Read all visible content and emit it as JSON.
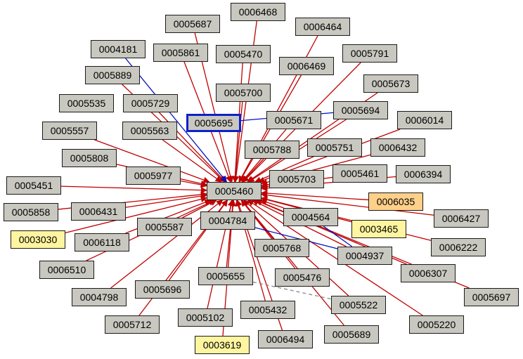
{
  "graph": {
    "center": "0005460",
    "colors": {
      "edge_red": "#c00000",
      "edge_blue": "#0010c0",
      "edge_dashed": "#888888",
      "node_gray": "#c8c8c0",
      "node_yellow": "#fff5a0",
      "node_orange": "#ffd08a",
      "selected_border": "#1020c8"
    },
    "nodes": [
      {
        "id": "0005460",
        "label": "0005460"
      },
      {
        "id": "0006468",
        "label": "0006468"
      },
      {
        "id": "0005687",
        "label": "0005687"
      },
      {
        "id": "0006464",
        "label": "0006464"
      },
      {
        "id": "0004181",
        "label": "0004181"
      },
      {
        "id": "0005861",
        "label": "0005861"
      },
      {
        "id": "0005470",
        "label": "0005470"
      },
      {
        "id": "0005791",
        "label": "0005791"
      },
      {
        "id": "0006469",
        "label": "0006469"
      },
      {
        "id": "0005889",
        "label": "0005889"
      },
      {
        "id": "0005673",
        "label": "0005673"
      },
      {
        "id": "0005700",
        "label": "0005700"
      },
      {
        "id": "0005535",
        "label": "0005535"
      },
      {
        "id": "0005729",
        "label": "0005729"
      },
      {
        "id": "0005694",
        "label": "0005694"
      },
      {
        "id": "0005695",
        "label": "0005695",
        "style": "selected"
      },
      {
        "id": "0005671",
        "label": "0005671"
      },
      {
        "id": "0006014",
        "label": "0006014"
      },
      {
        "id": "0005557",
        "label": "0005557"
      },
      {
        "id": "0005563",
        "label": "0005563"
      },
      {
        "id": "0005788",
        "label": "0005788"
      },
      {
        "id": "0005751",
        "label": "0005751"
      },
      {
        "id": "0006432",
        "label": "0006432"
      },
      {
        "id": "0005808",
        "label": "0005808"
      },
      {
        "id": "0005977",
        "label": "0005977"
      },
      {
        "id": "0005461",
        "label": "0005461"
      },
      {
        "id": "0006394",
        "label": "0006394"
      },
      {
        "id": "0005703",
        "label": "0005703"
      },
      {
        "id": "0005451",
        "label": "0005451"
      },
      {
        "id": "0006035",
        "label": "0006035",
        "style": "orange"
      },
      {
        "id": "0005858",
        "label": "0005858"
      },
      {
        "id": "0006431",
        "label": "0006431"
      },
      {
        "id": "0004564",
        "label": "0004564"
      },
      {
        "id": "0006427",
        "label": "0006427"
      },
      {
        "id": "0005587",
        "label": "0005587"
      },
      {
        "id": "0004784",
        "label": "0004784"
      },
      {
        "id": "0003465",
        "label": "0003465",
        "style": "yellow"
      },
      {
        "id": "0003030",
        "label": "0003030",
        "style": "yellow"
      },
      {
        "id": "0006118",
        "label": "0006118"
      },
      {
        "id": "0006222",
        "label": "0006222"
      },
      {
        "id": "0005768",
        "label": "0005768"
      },
      {
        "id": "0004937",
        "label": "0004937"
      },
      {
        "id": "0006510",
        "label": "0006510"
      },
      {
        "id": "0006307",
        "label": "0006307"
      },
      {
        "id": "0005655",
        "label": "0005655"
      },
      {
        "id": "0005476",
        "label": "0005476"
      },
      {
        "id": "0005696",
        "label": "0005696"
      },
      {
        "id": "0004798",
        "label": "0004798"
      },
      {
        "id": "0005697",
        "label": "0005697"
      },
      {
        "id": "0005522",
        "label": "0005522"
      },
      {
        "id": "0005432",
        "label": "0005432"
      },
      {
        "id": "0005102",
        "label": "0005102"
      },
      {
        "id": "0005712",
        "label": "0005712"
      },
      {
        "id": "0005220",
        "label": "0005220"
      },
      {
        "id": "0005689",
        "label": "0005689"
      },
      {
        "id": "0006494",
        "label": "0006494"
      },
      {
        "id": "0003619",
        "label": "0003619",
        "style": "yellow"
      }
    ],
    "edges": [
      {
        "from": "0006468",
        "to": "0005460",
        "color": "red"
      },
      {
        "from": "0005687",
        "to": "0005460",
        "color": "red"
      },
      {
        "from": "0006464",
        "to": "0005460",
        "color": "red"
      },
      {
        "from": "0005861",
        "to": "0005460",
        "color": "red"
      },
      {
        "from": "0005470",
        "to": "0005460",
        "color": "red"
      },
      {
        "from": "0005791",
        "to": "0005460",
        "color": "red"
      },
      {
        "from": "0006469",
        "to": "0005460",
        "color": "red"
      },
      {
        "from": "0005889",
        "to": "0005460",
        "color": "red"
      },
      {
        "from": "0005673",
        "to": "0005460",
        "color": "red"
      },
      {
        "from": "0005700",
        "to": "0005460",
        "color": "red"
      },
      {
        "from": "0005729",
        "to": "0005460",
        "color": "red"
      },
      {
        "from": "0005694",
        "to": "0005460",
        "color": "red"
      },
      {
        "from": "0005671",
        "to": "0005460",
        "color": "red"
      },
      {
        "from": "0006014",
        "to": "0005460",
        "color": "red"
      },
      {
        "from": "0005557",
        "to": "0005460",
        "color": "red"
      },
      {
        "from": "0005563",
        "to": "0005460",
        "color": "red"
      },
      {
        "from": "0005788",
        "to": "0005460",
        "color": "red"
      },
      {
        "from": "0005751",
        "to": "0005460",
        "color": "red"
      },
      {
        "from": "0006432",
        "to": "0005460",
        "color": "red"
      },
      {
        "from": "0005808",
        "to": "0005460",
        "color": "red"
      },
      {
        "from": "0005977",
        "to": "0005460",
        "color": "red"
      },
      {
        "from": "0005461",
        "to": "0005460",
        "color": "red"
      },
      {
        "from": "0006394",
        "to": "0005460",
        "color": "red"
      },
      {
        "from": "0005703",
        "to": "0005460",
        "color": "red"
      },
      {
        "from": "0005451",
        "to": "0005460",
        "color": "red"
      },
      {
        "from": "0006035",
        "to": "0005460",
        "color": "red"
      },
      {
        "from": "0005858",
        "to": "0005460",
        "color": "red"
      },
      {
        "from": "0006431",
        "to": "0005460",
        "color": "red"
      },
      {
        "from": "0004564",
        "to": "0005460",
        "color": "red"
      },
      {
        "from": "0006427",
        "to": "0005460",
        "color": "red"
      },
      {
        "from": "0005587",
        "to": "0005460",
        "color": "red"
      },
      {
        "from": "0004784",
        "to": "0005460",
        "color": "red"
      },
      {
        "from": "0003465",
        "to": "0005460",
        "color": "red"
      },
      {
        "from": "0003030",
        "to": "0005460",
        "color": "red"
      },
      {
        "from": "0006118",
        "to": "0005460",
        "color": "red"
      },
      {
        "from": "0006222",
        "to": "0005460",
        "color": "red"
      },
      {
        "from": "0005768",
        "to": "0005460",
        "color": "red"
      },
      {
        "from": "0004937",
        "to": "0005460",
        "color": "red"
      },
      {
        "from": "0006510",
        "to": "0005460",
        "color": "red"
      },
      {
        "from": "0006307",
        "to": "0005460",
        "color": "red"
      },
      {
        "from": "0005655",
        "to": "0005460",
        "color": "red"
      },
      {
        "from": "0005476",
        "to": "0005460",
        "color": "red"
      },
      {
        "from": "0005696",
        "to": "0005460",
        "color": "red"
      },
      {
        "from": "0004798",
        "to": "0005460",
        "color": "red"
      },
      {
        "from": "0005697",
        "to": "0005460",
        "color": "red"
      },
      {
        "from": "0005522",
        "to": "0005460",
        "color": "red"
      },
      {
        "from": "0005432",
        "to": "0005460",
        "color": "red"
      },
      {
        "from": "0005102",
        "to": "0005460",
        "color": "red"
      },
      {
        "from": "0005712",
        "to": "0005460",
        "color": "red"
      },
      {
        "from": "0005220",
        "to": "0005460",
        "color": "red"
      },
      {
        "from": "0005689",
        "to": "0005460",
        "color": "red"
      },
      {
        "from": "0006494",
        "to": "0005460",
        "color": "red"
      },
      {
        "from": "0003619",
        "to": "0005460",
        "color": "red"
      },
      {
        "from": "0004181",
        "to": "0005460",
        "color": "blue"
      },
      {
        "from": "0005695",
        "to": "0005694",
        "color": "blue"
      },
      {
        "from": "0004784",
        "to": "0004937",
        "color": "blue"
      },
      {
        "from": "0004564",
        "to": "0004937",
        "color": "blue"
      },
      {
        "from": "0005655",
        "to": "0005522",
        "color": "dashed"
      }
    ]
  }
}
